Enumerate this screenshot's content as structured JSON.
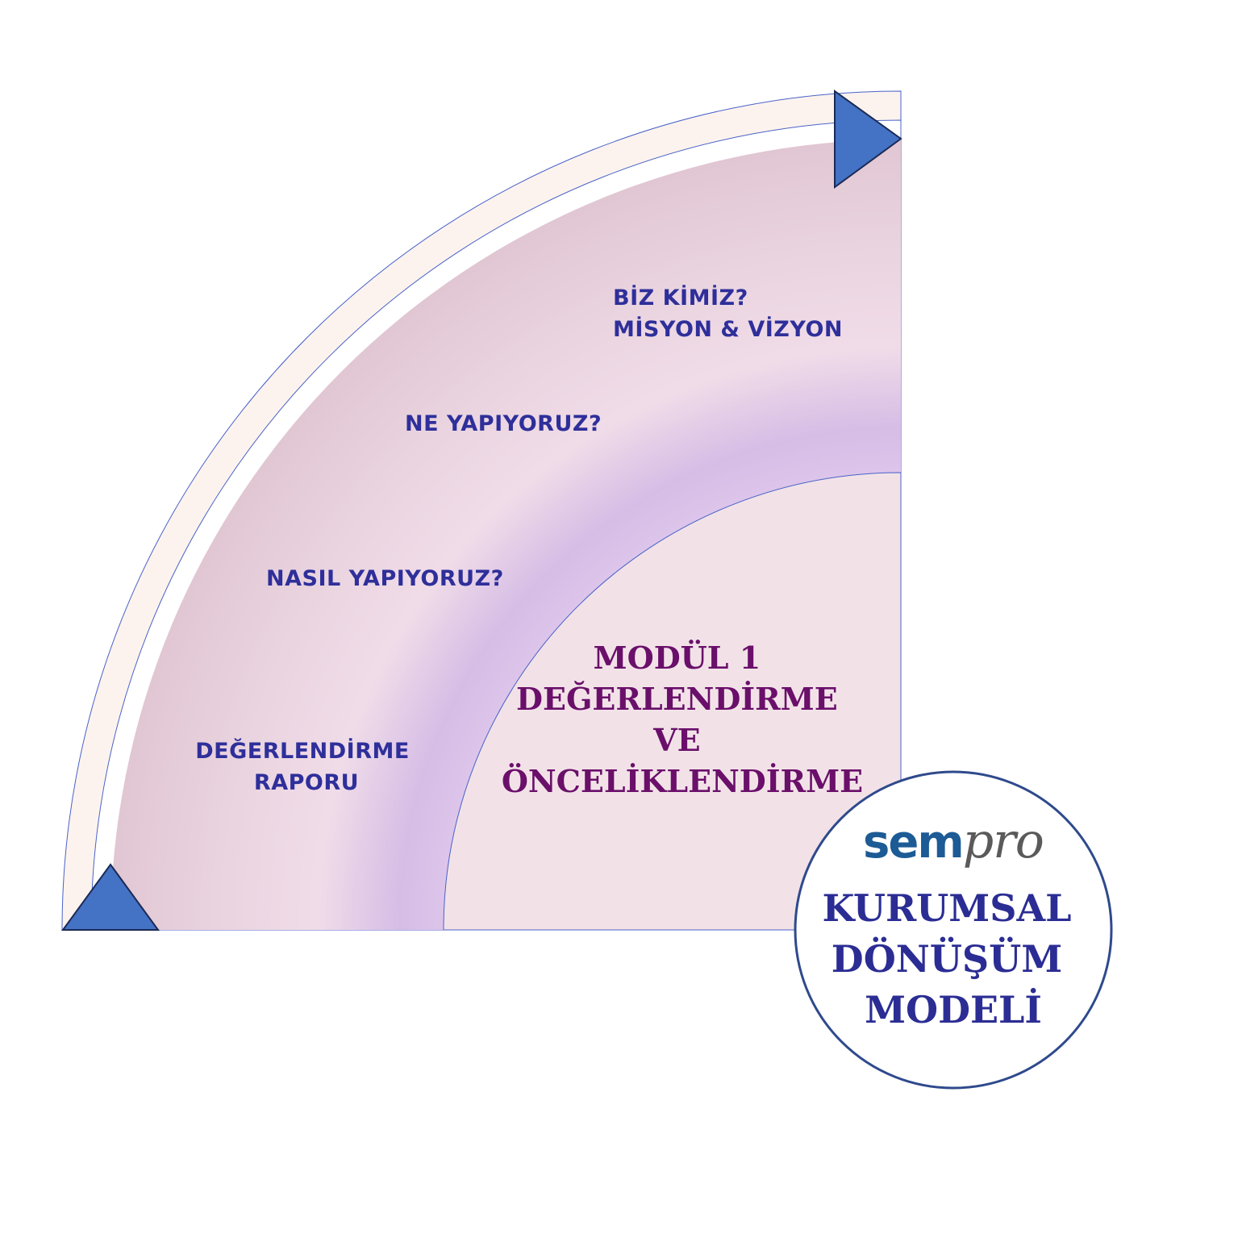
{
  "diagram": {
    "outer_ring_labels": [
      {
        "lines": [
          "BİZ KİMİZ?",
          "MİSYON & VİZYON"
        ]
      },
      {
        "lines": [
          "NE YAPIYORUZ?"
        ]
      },
      {
        "lines": [
          "NASIL YAPIYORUZ?"
        ]
      },
      {
        "lines": [
          "DEĞERLENDİRME",
          "RAPORU"
        ]
      }
    ],
    "module": {
      "lines": [
        "MODÜL 1",
        "DEĞERLENDİRME",
        "VE",
        "ÖNCELİKLENDİRME"
      ]
    },
    "badge": {
      "logo_sem": "sem",
      "logo_pro": "pro",
      "title_lines": [
        "KURUMSAL",
        "DÖNÜŞÜM",
        "MODELİ"
      ]
    }
  },
  "colors": {
    "arrow_fill": "#4472c4",
    "outer_text": "#2e2f9a",
    "module_text": "#6a0f6a",
    "badge_text": "#2b2d94",
    "badge_border": "#2f4a8c",
    "logo_sem": "#1c5b95",
    "logo_pro": "#5a5a5a"
  }
}
